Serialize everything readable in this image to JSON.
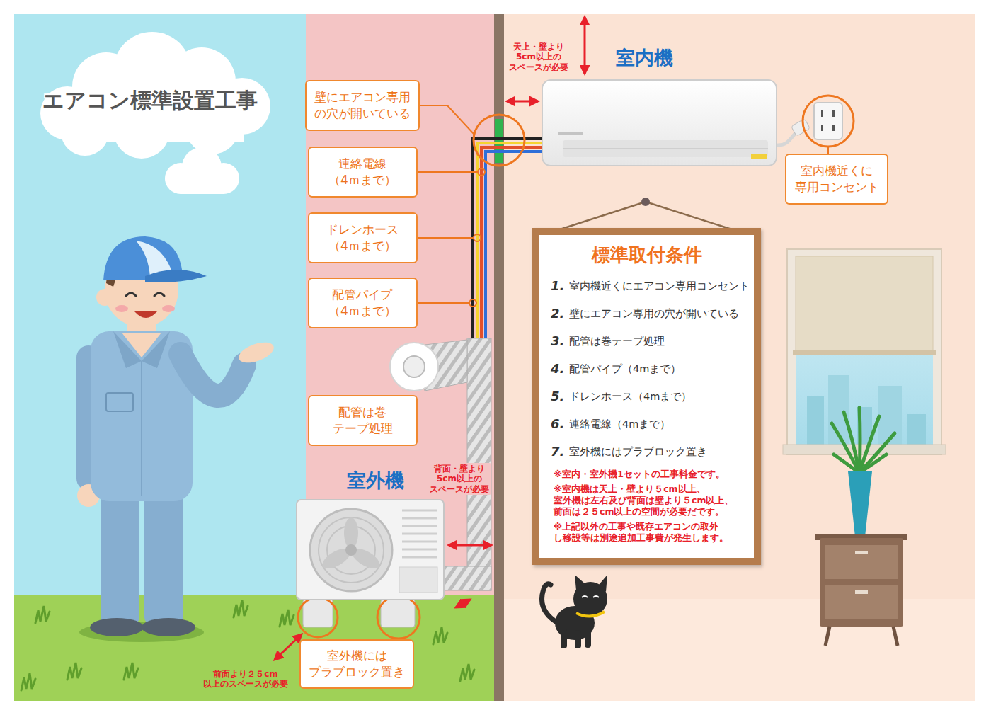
{
  "diagram": {
    "title": "エアコン標準設置工事",
    "nodes": [
      {
        "text": [
          "壁にエアコン専用 の穴が開いている"
        ]
      },
      {
        "text": [
          "連絡電線 （4ｍまで）"
        ]
      },
      {
        "text": [
          "ドレンホース （4ｍまで）"
        ]
      },
      {
        "text": [
          "配管パイプ （4ｍまで）"
        ]
      },
      {
        "text": [
          "配管は巻 テープ処理"
        ]
      },
      {
        "text": [
          "室内機"
        ]
      },
      {
        "text": [
          "室内機近くに 専用コンセント"
        ]
      },
      {
        "text": [
          "標準取付条件",
          "1.",
          "室内機近くにエアコン専用コンセント",
          "2.",
          "壁にエアコン専用の穴が開いている",
          "3.",
          "配管は巻テープ処理",
          "4.",
          "配管パイプ（4mまで）",
          "5.",
          "ドレンホース（4mまで）",
          "6.",
          "連絡電線（4mまで）",
          "7.",
          "室外機にはプラブロック置き",
          "※室内・室外機1セットの工事料金です。",
          "※室内機は天上・壁より５cm以上、 室外機は左右及び背面は壁より５cm以上、 前面は２５cm以上の空間が必要だです。",
          "※上記以外の工事や既存エアコンの取外 し移設等は別途追加工事費が発生します。"
        ]
      },
      {
        "text": [
          "室外機"
        ]
      },
      {
        "text": [
          "室外機には プラブロック置き"
        ]
      }
    ],
    "labels": [
      "天上・壁より 5cm以上の スペースが必要",
      "背面・壁より 5cm以上の スペースが必要",
      "前面より２５cm 以上のスペースが必要"
    ]
  }
}
